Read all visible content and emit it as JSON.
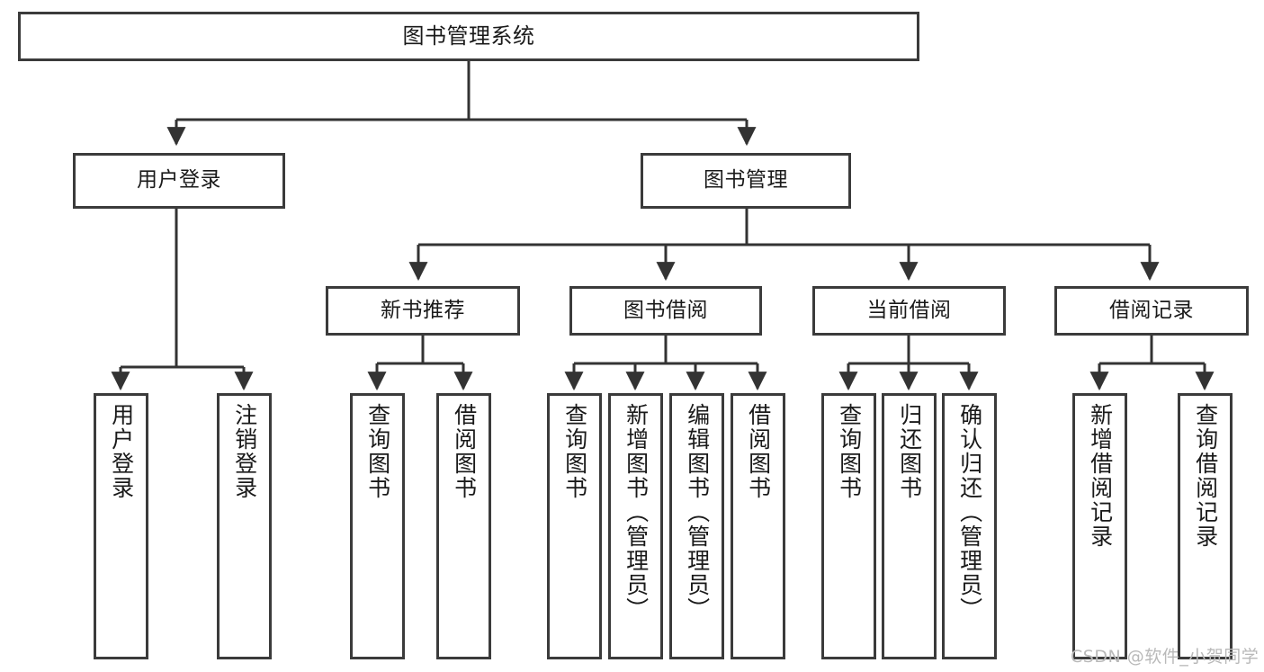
{
  "diagram": {
    "type": "tree-hierarchy",
    "title": "图书管理系统",
    "watermark": "CSDN @软件_小贺同学",
    "colors": {
      "box_border": "#3b3b3b",
      "box_fill": "#ffffff",
      "connector": "#333333",
      "text": "#1a1a1a",
      "watermark": "#b9b9b9"
    },
    "nodes": {
      "root": {
        "label": "图书管理系统"
      },
      "level2": [
        {
          "label": "用户登录"
        },
        {
          "label": "图书管理"
        }
      ],
      "level3": [
        {
          "label": "新书推荐"
        },
        {
          "label": "图书借阅"
        },
        {
          "label": "当前借阅"
        },
        {
          "label": "借阅记录"
        }
      ],
      "leaves": {
        "user_login": [
          {
            "label": "用户登录"
          },
          {
            "label": "注销登录"
          }
        ],
        "new_book_recommend": [
          {
            "label": "查询图书"
          },
          {
            "label": "借阅图书"
          }
        ],
        "book_borrow": [
          {
            "label": "查询图书"
          },
          {
            "label": "新增图书（管理员）"
          },
          {
            "label": "编辑图书（管理员）"
          },
          {
            "label": "借阅图书"
          }
        ],
        "current_borrow": [
          {
            "label": "查询图书"
          },
          {
            "label": "归还图书"
          },
          {
            "label": "确认归还（管理员）"
          }
        ],
        "borrow_record": [
          {
            "label": "新增借阅记录"
          },
          {
            "label": "查询借阅记录"
          }
        ]
      }
    }
  }
}
